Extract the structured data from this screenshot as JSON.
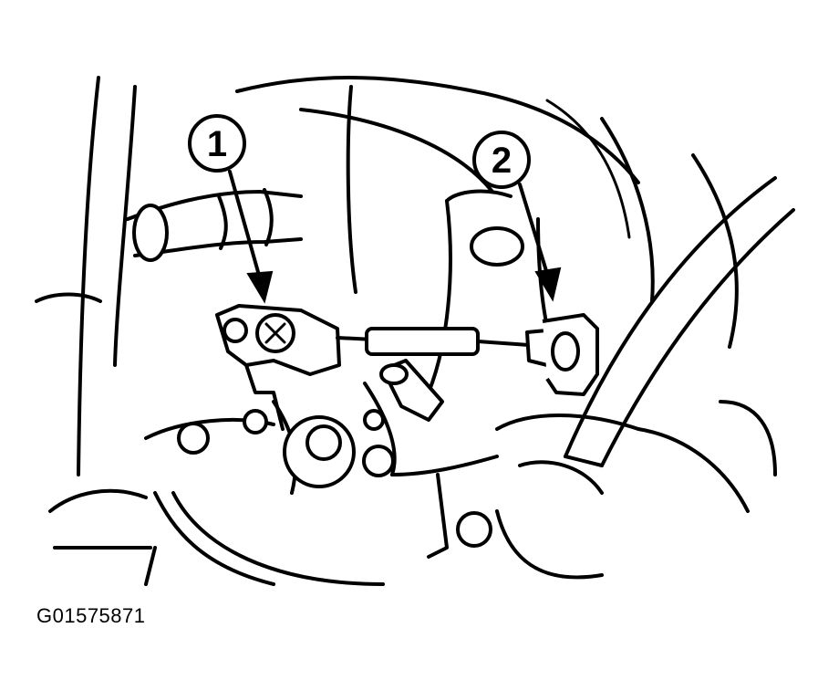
{
  "figure": {
    "figure_id": "G01575871",
    "callouts": [
      {
        "number": "1",
        "target": "shift-cable-end-bolt"
      },
      {
        "number": "2",
        "target": "shift-cable-retaining-clip"
      }
    ],
    "colors": {
      "line": "#000000",
      "background": "#ffffff"
    }
  }
}
